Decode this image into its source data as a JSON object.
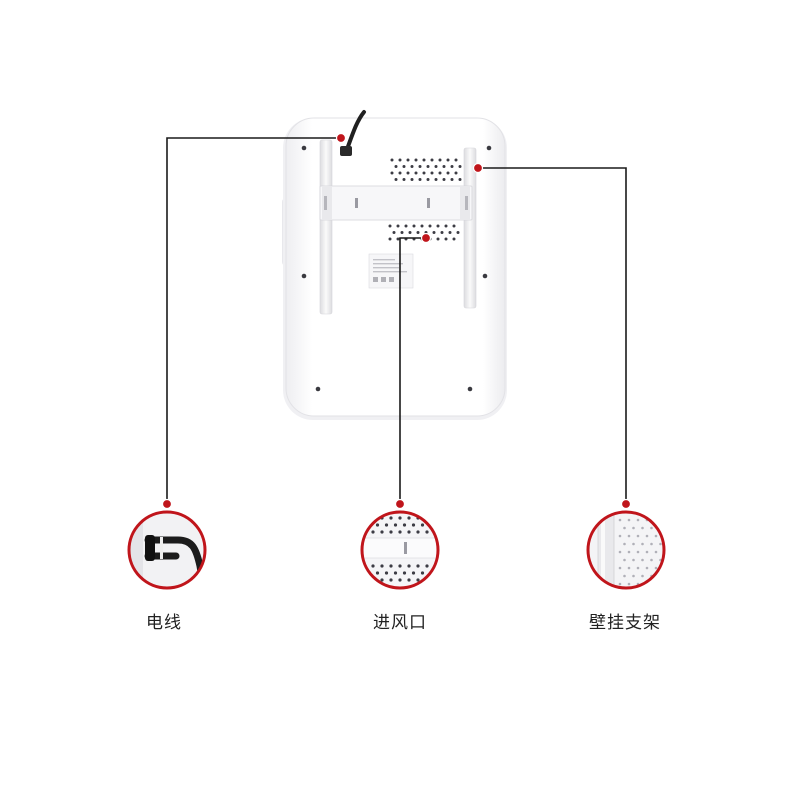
{
  "callouts": [
    {
      "label": "电线"
    },
    {
      "label": "进风口"
    },
    {
      "label": "壁挂支架"
    }
  ],
  "colors": {
    "leader_line": "#1a1a1a",
    "marker": "#c0151b",
    "device_body": "#ffffff",
    "device_shadow": "#e6e6e9",
    "text": "#222222"
  }
}
